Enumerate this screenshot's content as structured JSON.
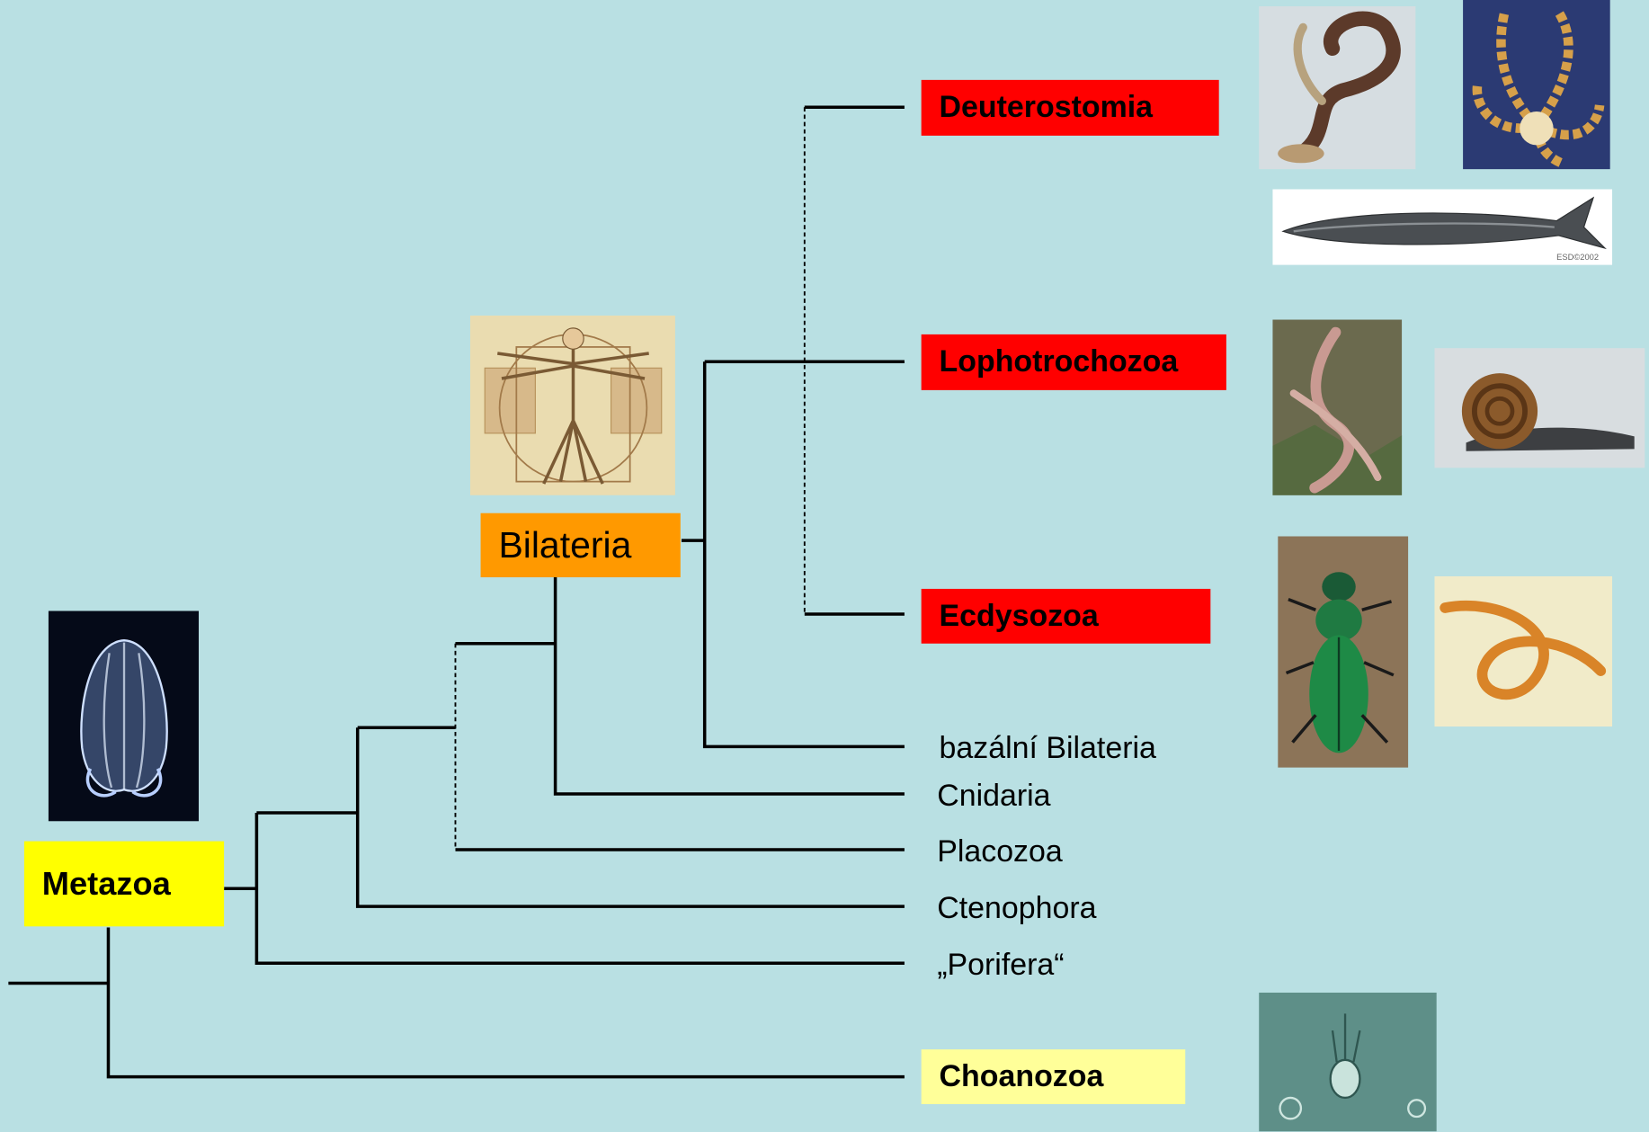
{
  "taxa": {
    "metazoa": "Metazoa",
    "bilateria": "Bilateria",
    "deuterostomia": "Deuterostomia",
    "lophotrochozoa": "Lophotrochozoa",
    "ecdysozoa": "Ecdysozoa",
    "basal_bilateria": "bazální Bilateria",
    "cnidaria": "Cnidaria",
    "placozoa": "Placozoa",
    "ctenophora": "Ctenophora",
    "porifera": "„Porifera“",
    "choanozoa": "Choanozoa"
  },
  "image_watermark": "ESD©2002",
  "colors": {
    "background": "#b9e0e3",
    "metazoa_box": "#ffff00",
    "bilateria_box": "#ff9900",
    "protostome_deutero_boxes": "#ff0000",
    "choanozoa_box": "#ffff99"
  }
}
